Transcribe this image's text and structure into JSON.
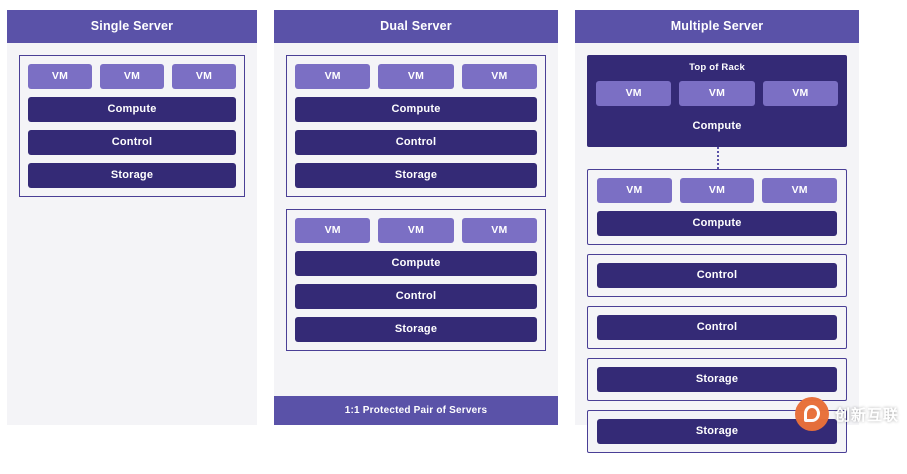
{
  "diagram": {
    "columns": [
      {
        "id": "single-server",
        "title": "Single Server",
        "servers": [
          {
            "vms": [
              "VM",
              "VM",
              "VM"
            ],
            "bars": [
              "Compute",
              "Control",
              "Storage"
            ]
          }
        ],
        "footer": null
      },
      {
        "id": "dual-server",
        "title": "Dual Server",
        "servers": [
          {
            "vms": [
              "VM",
              "VM",
              "VM"
            ],
            "bars": [
              "Compute",
              "Control",
              "Storage"
            ]
          },
          {
            "vms": [
              "VM",
              "VM",
              "VM"
            ],
            "bars": [
              "Compute",
              "Control",
              "Storage"
            ]
          }
        ],
        "footer": "1:1 Protected Pair of Servers"
      },
      {
        "id": "multiple-server",
        "title": "Multiple Server",
        "rack": {
          "label": "Top of Rack",
          "vms": [
            "VM",
            "VM",
            "VM"
          ],
          "bar": "Compute"
        },
        "node": {
          "vms": [
            "VM",
            "VM",
            "VM"
          ],
          "bar": "Compute"
        },
        "stacked": [
          "Control",
          "Control",
          "Storage",
          "Storage"
        ],
        "footer": null
      }
    ]
  },
  "watermark": {
    "text": "创新互联",
    "logo_icon": "leaf-circle-icon"
  },
  "colors": {
    "header_purple": "#5a52a8",
    "bar_dark": "#342a76",
    "vm_light": "#7b6fc4",
    "panel_bg": "#f4f4f7",
    "outline": "#4a3f96",
    "watermark_orange": "#e8703a"
  }
}
